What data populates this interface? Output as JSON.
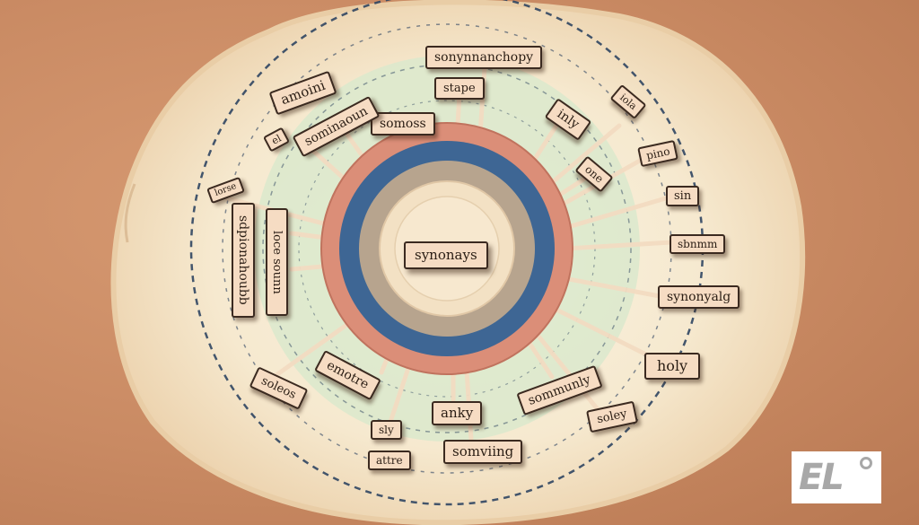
{
  "center": {
    "label": "synonays"
  },
  "labels": [
    {
      "id": "top",
      "text": "sonynnanchopy"
    },
    {
      "id": "stape",
      "text": "stape"
    },
    {
      "id": "somoss",
      "text": "somoss"
    },
    {
      "id": "amoini",
      "text": "amoini"
    },
    {
      "id": "sominaoun",
      "text": "sominaoun"
    },
    {
      "id": "el",
      "text": "el"
    },
    {
      "id": "lorse",
      "text": "lorse"
    },
    {
      "id": "vertical1",
      "text": "sdpionahoubb"
    },
    {
      "id": "vertical2",
      "text": "loce sounn"
    },
    {
      "id": "inly",
      "text": "inly"
    },
    {
      "id": "iola",
      "text": "iola"
    },
    {
      "id": "one",
      "text": "one"
    },
    {
      "id": "pino",
      "text": "pino"
    },
    {
      "id": "sin",
      "text": "sin"
    },
    {
      "id": "sbnmm",
      "text": "sbnmm"
    },
    {
      "id": "synonyalg",
      "text": "synonyalg"
    },
    {
      "id": "holy",
      "text": "holy"
    },
    {
      "id": "sommunly",
      "text": "sommunly"
    },
    {
      "id": "soley",
      "text": "soley"
    },
    {
      "id": "anky",
      "text": "anky"
    },
    {
      "id": "somviing",
      "text": "somviing"
    },
    {
      "id": "sly",
      "text": "sly"
    },
    {
      "id": "attre",
      "text": "attre"
    },
    {
      "id": "emotre",
      "text": "emotre"
    },
    {
      "id": "soleos",
      "text": "soleos"
    }
  ],
  "colors": {
    "background": "#c98a63",
    "paper": "#f6e9cf",
    "ring_salmon": "#db8e78",
    "ring_navy": "#3e6694",
    "ring_taupe": "#b7a48e",
    "ring_inner": "#f3e1c4",
    "halo": "#dbe9cc",
    "tag": "#f6dcc3",
    "dash": "#2f4562"
  },
  "logo": {
    "text": "EL",
    "icon": "circle-dot-icon"
  }
}
